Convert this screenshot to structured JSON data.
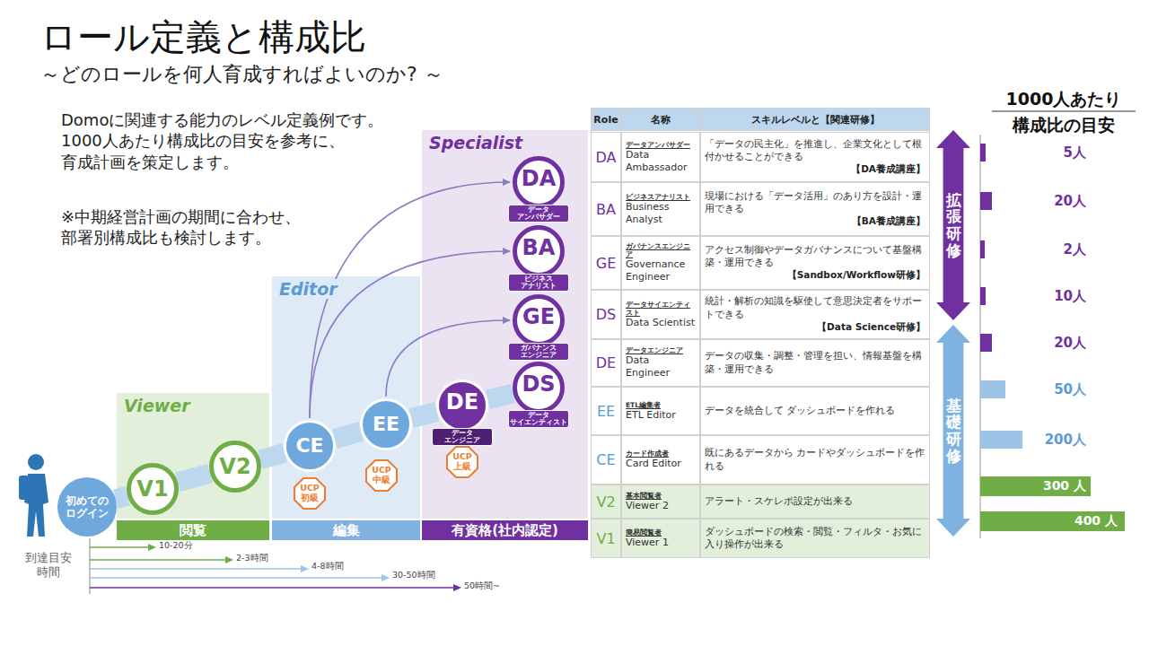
{
  "diagram": {
    "title": "ロール定義と構成比",
    "nodes": [
      {
        "text": [
          "Viewer"
        ]
      },
      {
        "text": [
          "Editor"
        ]
      },
      {
        "text": [
          "Specialist"
        ]
      },
      {
        "text": [
          "初めての ログイン"
        ]
      },
      {
        "text": [
          "V1"
        ],
        "in": 0
      },
      {
        "text": [
          "V2"
        ],
        "in": 0
      },
      {
        "text": [
          "CE"
        ],
        "in": 1
      },
      {
        "text": [
          "EE"
        ],
        "in": 1
      },
      {
        "text": [
          "UCP 初級"
        ],
        "in": 1
      },
      {
        "text": [
          "UCP 中級"
        ],
        "in": 1
      },
      {
        "text": [
          "DE",
          "データ エンジニア"
        ],
        "in": 2
      },
      {
        "text": [
          "UCP 上級"
        ],
        "in": 2
      },
      {
        "text": [
          "DA",
          "データ アンバサダー"
        ],
        "in": 2
      },
      {
        "text": [
          "BA",
          "ビジネス アナリスト"
        ],
        "in": 2
      },
      {
        "text": [
          "GE",
          "ガバナンス エンジニア"
        ],
        "in": 2
      },
      {
        "text": [
          "DS",
          "データ サイエンティスト"
        ],
        "in": 2
      },
      {
        "text": [
          "閲覧"
        ]
      },
      {
        "text": [
          "編集"
        ]
      },
      {
        "text": [
          "有資格(社内認定)"
        ]
      },
      {
        "text": [
          "拡張研修"
        ]
      },
      {
        "text": [
          "基礎研修"
        ]
      }
    ],
    "edges": [
      {
        "from": 3,
        "to": 4,
        "arrow": "none"
      },
      {
        "from": 4,
        "to": 5,
        "arrow": "none"
      },
      {
        "from": 5,
        "to": 6,
        "arrow": "none"
      },
      {
        "from": 6,
        "to": 7,
        "arrow": "none"
      },
      {
        "from": 7,
        "to": 10,
        "arrow": "none"
      },
      {
        "from": 10,
        "to": 15,
        "arrow": "none"
      },
      {
        "from": 6,
        "to": 12,
        "arrow": "to"
      },
      {
        "from": 6,
        "to": 13,
        "arrow": "to"
      },
      {
        "from": 7,
        "to": 14,
        "arrow": "to"
      }
    ],
    "labels": [
      "～どのロールを何人育成すればよいのか? ～",
      "Domoに関連する能力のレベル定義例です。 1000人あたり構成比の目安を参考に、 育成計画を策定します。",
      "※中期経営計画の期間に合わせ、 部署別構成比も検討します。",
      "到達目安 時間",
      "10-20分",
      "2-3時間",
      "4-8時間",
      "30-50時間",
      "50時間~",
      "Role",
      "名称",
      "スキルレベルと【関連研修】",
      "DA",
      "データアンバサダー",
      "Data Ambassador",
      "「データの民主化」を推進し、企業文化として根付かせることができる",
      "【DA養成講座】",
      "BA",
      "ビジネスアナリスト",
      "Business Analyst",
      "現場における「データ活用」のあり方を設計・運用できる",
      "【BA養成講座】",
      "GE",
      "ガバナンスエンジニア",
      "Governance Engineer",
      "アクセス制御やデータガバナンスについて基盤構築・運用できる",
      "【Sandbox/Workflow研修】",
      "DS",
      "データサイエンティスト",
      "Data Scientist",
      "統計・解析の知識を駆使して意思決定者をサポートできる",
      "【Data Science研修】",
      "DE",
      "データエンジニア",
      "Data Engineer",
      "データの収集・調整・管理を担い、情報基盤を構築・運用できる",
      "EE",
      "ETL編集者",
      "ETL Editor",
      "データを統合して ダッシュボードを作れる",
      "CE",
      "カード作成者",
      "Card Editor",
      "既にあるデータから カードやダッシュボードを作れる",
      "V2",
      "基本閲覧者",
      "Viewer 2",
      "アラート・スケレポ設定が出来る",
      "V1",
      "簡易閲覧者",
      "Viewer 1",
      "ダッシュボードの検索・閲覧・フィルタ・お気に入り操作が出来る",
      "1000人あたり",
      "構成比の目安",
      "5人",
      "20人",
      "2人",
      "10人",
      "20人",
      "50人",
      "200人",
      "300 人",
      "400 人"
    ]
  }
}
